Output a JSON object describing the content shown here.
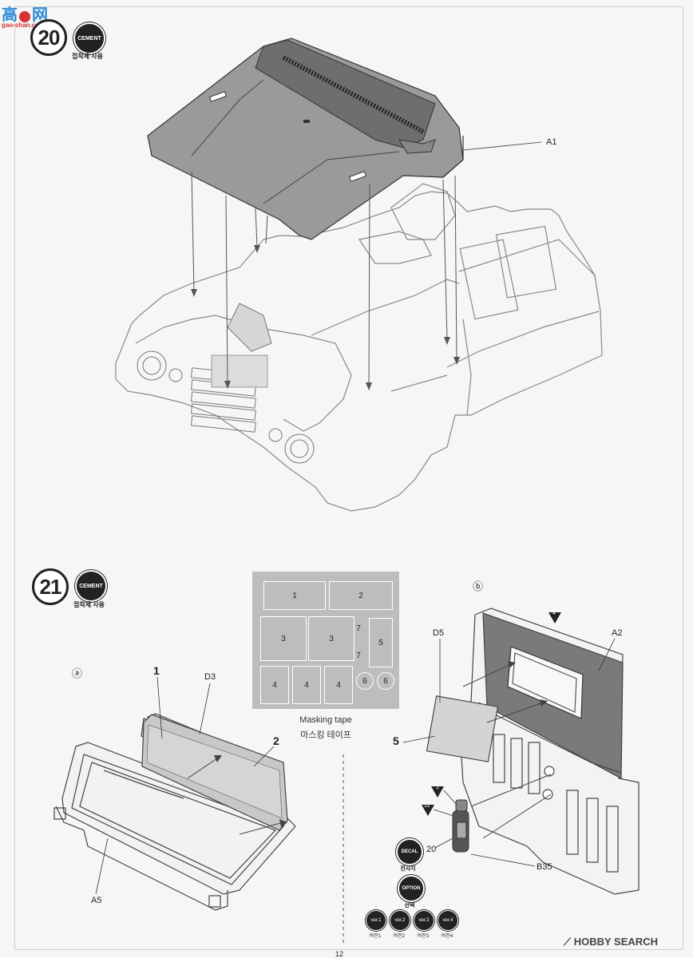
{
  "watermark": {
    "site_cn": "高",
    "site_cn2": "网",
    "site_url": "gao-shan.com",
    "brand": "HOBBY SEARCH"
  },
  "step20": {
    "number": "20",
    "cement_label": "CEMENT",
    "cement_caption": "접착제 사용",
    "part_label": "A1"
  },
  "step21": {
    "number": "21",
    "cement_label": "CEMENT",
    "cement_caption": "접착제 사용",
    "sub_a": "ⓐ",
    "sub_b": "ⓑ",
    "labels_a": {
      "one": "1",
      "d3": "D3",
      "two": "2",
      "a5": "A5"
    },
    "labels_b": {
      "d5": "D5",
      "a2": "A2",
      "five": "5",
      "twenty": "20",
      "b35": "B35"
    }
  },
  "masking": {
    "caption_en": "Masking tape",
    "caption_kr": "마스킹 테이프",
    "pieces": [
      "1",
      "2",
      "3",
      "3",
      "5",
      "4",
      "4",
      "4",
      "6",
      "6",
      "7",
      "7"
    ]
  },
  "markers": {
    "four": "4",
    "one": "1",
    "twelve": "12"
  },
  "decal": {
    "label": "DECAL",
    "caption": "전사지"
  },
  "option": {
    "label": "OPTION",
    "caption": "선택"
  },
  "versions": [
    {
      "label": "ver.1",
      "caption": "버전1"
    },
    {
      "label": "ver.2",
      "caption": "버전2"
    },
    {
      "label": "ver.3",
      "caption": "버전3"
    },
    {
      "label": "ver.4",
      "caption": "버전4"
    }
  ],
  "page_number": "12",
  "colors": {
    "ink": "#222222",
    "panel_gray": "#9a9a9a",
    "dark_gray": "#6e6e6e",
    "mask_gray": "#bdbdbd",
    "paper": "#f6f6f4"
  }
}
